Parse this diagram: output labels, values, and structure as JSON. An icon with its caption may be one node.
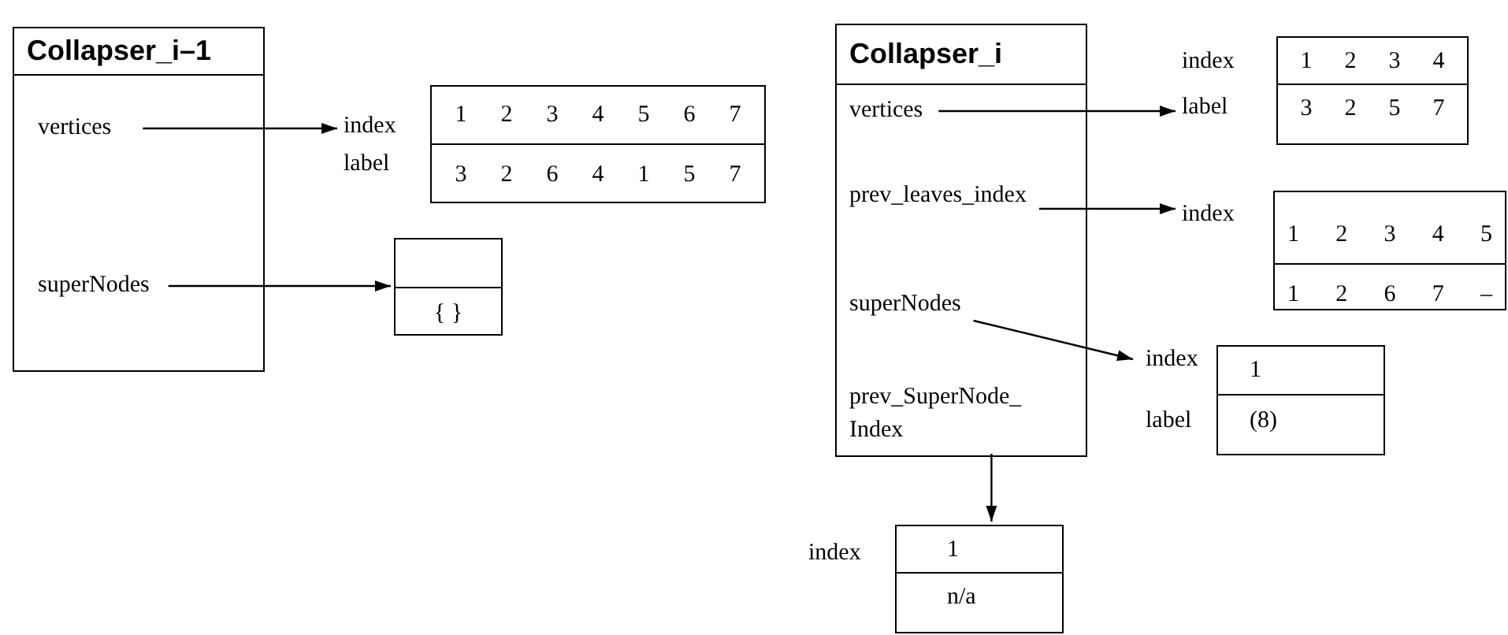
{
  "diagram": {
    "nodes": [
      {
        "text": [
          "Collapser_i–1"
        ]
      },
      {
        "text": [
          "vertices"
        ],
        "in": 0
      },
      {
        "text": [
          "superNodes"
        ],
        "in": 0
      },
      {
        "text": [
          "1",
          "2",
          "3",
          "4",
          "5",
          "6",
          "7",
          "3",
          "2",
          "6",
          "4",
          "1",
          "5",
          "7"
        ],
        "beside": [
          "index",
          "label"
        ]
      },
      {
        "text": [
          "{ }"
        ]
      },
      {
        "text": [
          "Collapser_i"
        ]
      },
      {
        "text": [
          "vertices"
        ],
        "in": 5
      },
      {
        "text": [
          "prev_leaves_index"
        ],
        "in": 5
      },
      {
        "text": [
          "superNodes"
        ],
        "in": 5
      },
      {
        "text": [
          "prev_SuperNode_ Index"
        ],
        "in": 5
      },
      {
        "text": [
          "1",
          "2",
          "3",
          "4",
          "3",
          "2",
          "5",
          "7"
        ],
        "beside": [
          "index",
          "label"
        ]
      },
      {
        "text": [
          "1",
          "2",
          "3",
          "4",
          "5",
          "1",
          "2",
          "6",
          "7",
          "–"
        ],
        "beside": [
          "index"
        ]
      },
      {
        "text": [
          "1",
          "(8)"
        ],
        "beside": [
          "index",
          "label"
        ]
      },
      {
        "text": [
          "1",
          "n/a"
        ],
        "beside": [
          "index"
        ]
      }
    ],
    "edges": [
      {
        "from": 1,
        "to": 3,
        "arrow": "to"
      },
      {
        "from": 2,
        "to": 4,
        "arrow": "to"
      },
      {
        "from": 6,
        "to": 10,
        "arrow": "to"
      },
      {
        "from": 7,
        "to": 11,
        "arrow": "to"
      },
      {
        "from": 8,
        "to": 12,
        "arrow": "to"
      },
      {
        "from": 9,
        "to": 13,
        "arrow": "to"
      }
    ]
  }
}
